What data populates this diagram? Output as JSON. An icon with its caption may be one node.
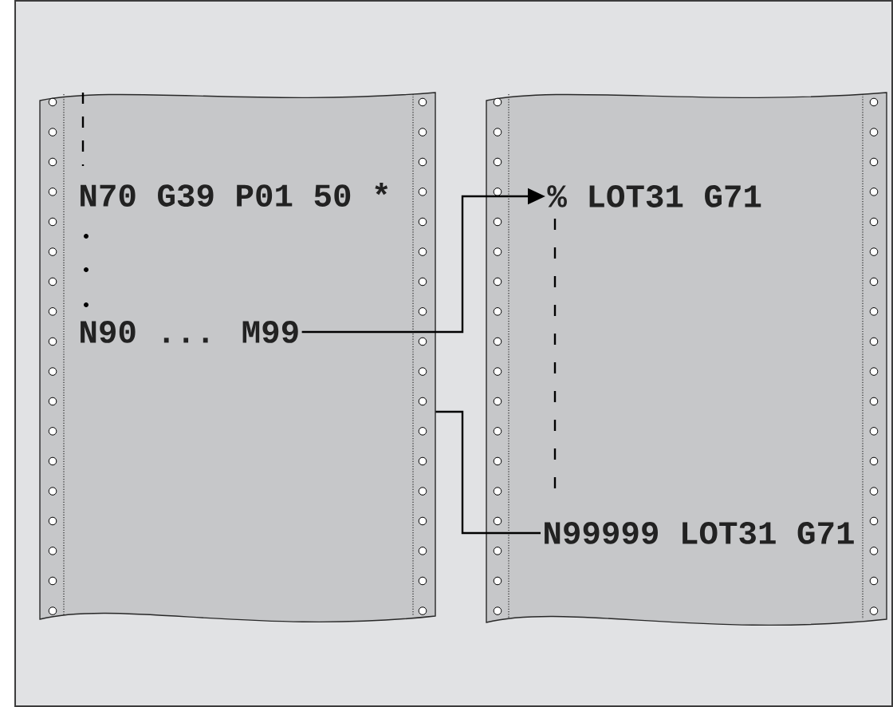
{
  "diagram": {
    "nodes": [
      {
        "text": [],
        "shape": "box"
      },
      {
        "text": [
          "N70 G39 P01 50 *"
        ],
        "in": 0
      },
      {
        "text": [
          "N90 ... M99"
        ],
        "in": 0
      },
      {
        "text": [],
        "shape": "box"
      },
      {
        "text": [
          "% LOT31 G71"
        ],
        "in": 3
      },
      {
        "text": [
          "N99999 LOT31 G71"
        ],
        "in": 3
      }
    ],
    "edges": [
      {
        "from": 2,
        "to": 4,
        "arrow": "to"
      },
      {
        "from": 0,
        "to": 5,
        "arrow": "none"
      }
    ]
  }
}
